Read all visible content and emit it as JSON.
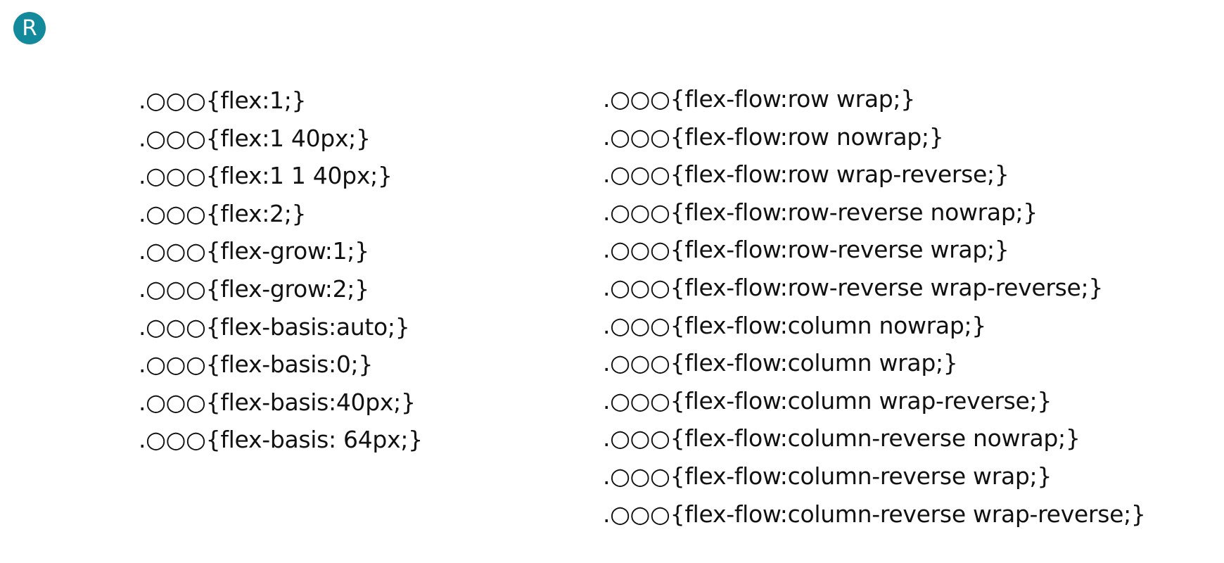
{
  "logo": {
    "letter": "R",
    "color": "#128a9b"
  },
  "left_column": [
    ".○○○{flex:1;}",
    ".○○○{flex:1 40px;}",
    ".○○○{flex:1 1 40px;}",
    ".○○○{flex:2;}",
    ".○○○{flex-grow:1;}",
    ".○○○{flex-grow:2;}",
    ".○○○{flex-basis:auto;}",
    ".○○○{flex-basis:0;}",
    ".○○○{flex-basis:40px;}",
    ".○○○{flex-basis: 64px;}"
  ],
  "right_column": [
    ".○○○{flex-flow:row wrap;}",
    ".○○○{flex-flow:row nowrap;}",
    ".○○○{flex-flow:row wrap-reverse;}",
    ".○○○{flex-flow:row-reverse nowrap;}",
    ".○○○{flex-flow:row-reverse wrap;}",
    ".○○○{flex-flow:row-reverse wrap-reverse;}",
    ".○○○{flex-flow:column nowrap;}",
    ".○○○{flex-flow:column wrap;}",
    ".○○○{flex-flow:column wrap-reverse;}",
    ".○○○{flex-flow:column-reverse nowrap;}",
    ".○○○{flex-flow:column-reverse wrap;}",
    ".○○○{flex-flow:column-reverse wrap-reverse;}"
  ]
}
